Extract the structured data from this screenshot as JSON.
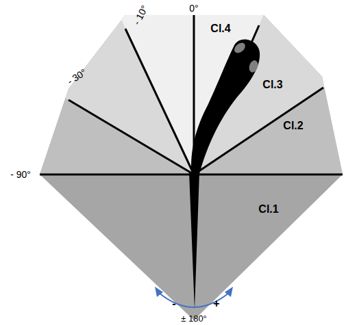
{
  "diagram": {
    "labels": [
      "0°",
      "- 10°",
      "- 30°",
      "Cl.4",
      "Cl.3",
      "Cl.2",
      "- 90°",
      "Cl.1",
      "-",
      "+",
      "± 180°"
    ]
  }
}
